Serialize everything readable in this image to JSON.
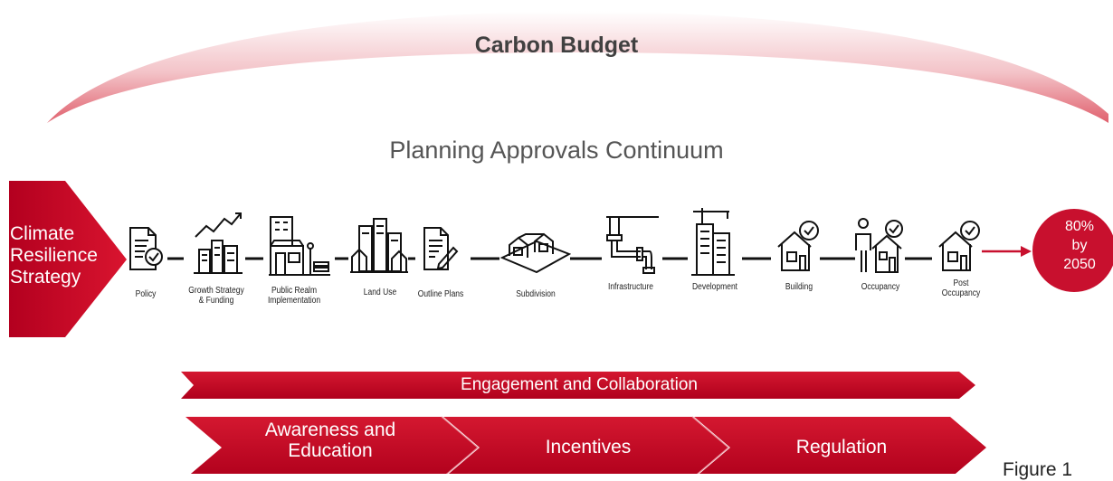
{
  "carbon_budget_title": "Carbon Budget",
  "continuum_title": "Planning Approvals Continuum",
  "strategy": {
    "line1": "Climate",
    "line2": "Resilience",
    "line3": "Strategy"
  },
  "goal": {
    "line1": "80%",
    "line2": "by",
    "line3": "2050"
  },
  "stages": [
    {
      "label_line1": "Policy",
      "label_line2": "",
      "icon": "document-check-icon"
    },
    {
      "label_line1": "Growth Strategy",
      "label_line2": "& Funding",
      "icon": "growth-chart-buildings-icon"
    },
    {
      "label_line1": "Public Realm",
      "label_line2": "Implementation",
      "icon": "storefront-icon"
    },
    {
      "label_line1": "Land Use",
      "label_line2": "",
      "icon": "city-buildings-icon"
    },
    {
      "label_line1": "Outline Plans",
      "label_line2": "",
      "icon": "document-pen-icon"
    },
    {
      "label_line1": "Subdivision",
      "label_line2": "",
      "icon": "houses-on-lot-icon"
    },
    {
      "label_line1": "Infrastructure",
      "label_line2": "",
      "icon": "pipe-icon"
    },
    {
      "label_line1": "Development",
      "label_line2": "",
      "icon": "crane-building-icon"
    },
    {
      "label_line1": "Building",
      "label_line2": "",
      "icon": "house-check-icon"
    },
    {
      "label_line1": "Occupancy",
      "label_line2": "",
      "icon": "person-house-icon"
    },
    {
      "label_line1": "Post",
      "label_line2": "Occupancy",
      "icon": "house-check-icon"
    }
  ],
  "engagement_label": "Engagement and Collaboration",
  "phases": [
    {
      "line1": "Awareness and",
      "line2": "Education"
    },
    {
      "line1": "Incentives",
      "line2": ""
    },
    {
      "line1": "Regulation",
      "line2": ""
    }
  ],
  "figure_label": "Figure 1",
  "colors": {
    "red": "#c8102e",
    "dark_red": "#a8001e",
    "text": "#404040"
  }
}
